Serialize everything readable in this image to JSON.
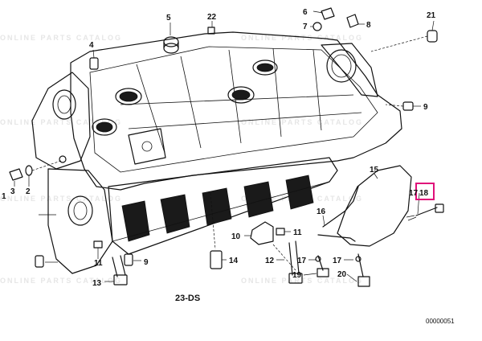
{
  "diagram": {
    "section_code": "23-DS",
    "document_number": "00000051",
    "highlight_color": "#e0107a",
    "highlighted_part": "18",
    "watermark_text": "ONLINE PARTS CATALOG"
  },
  "callouts": [
    {
      "id": "c1",
      "number": "1"
    },
    {
      "id": "c2",
      "number": "2"
    },
    {
      "id": "c3",
      "number": "3"
    },
    {
      "id": "c4",
      "number": "4"
    },
    {
      "id": "c5",
      "number": "5"
    },
    {
      "id": "c6",
      "number": "6"
    },
    {
      "id": "c7",
      "number": "7"
    },
    {
      "id": "c8",
      "number": "8"
    },
    {
      "id": "c9a",
      "number": "9"
    },
    {
      "id": "c9b",
      "number": "9"
    },
    {
      "id": "c10",
      "number": "10"
    },
    {
      "id": "c11a",
      "number": "11"
    },
    {
      "id": "c11b",
      "number": "11"
    },
    {
      "id": "c12",
      "number": "12"
    },
    {
      "id": "c13",
      "number": "13"
    },
    {
      "id": "c14",
      "number": "14"
    },
    {
      "id": "c15",
      "number": "15"
    },
    {
      "id": "c16",
      "number": "16"
    },
    {
      "id": "c17a",
      "number": "17"
    },
    {
      "id": "c17b",
      "number": "17"
    },
    {
      "id": "c17c",
      "number": "17"
    },
    {
      "id": "c18",
      "number": "18"
    },
    {
      "id": "c19",
      "number": "19"
    },
    {
      "id": "c20",
      "number": "20"
    },
    {
      "id": "c21",
      "number": "21"
    },
    {
      "id": "c22",
      "number": "22"
    }
  ]
}
